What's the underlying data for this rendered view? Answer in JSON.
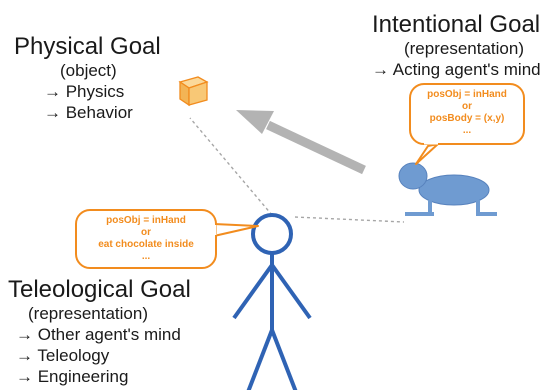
{
  "physical_goal": {
    "title": "Physical Goal",
    "subtitle": "(object)",
    "items": [
      "→ Physics",
      "→ Behavior"
    ]
  },
  "intentional_goal": {
    "title": "Intentional Goal",
    "subtitle": "(representation)",
    "items": [
      "→ Acting agent's mind"
    ]
  },
  "teleological_goal": {
    "title": "Teleological Goal",
    "subtitle": "(representation)",
    "items": [
      "→ Other agent's mind",
      "→ Teleology",
      "→ Engineering"
    ]
  },
  "intentional_bubble": {
    "lines": [
      "posObj = inHand",
      "or",
      "posBody = (x,y)",
      "..."
    ]
  },
  "teleological_bubble": {
    "lines": [
      "posObj = inHand",
      "or",
      "eat chocolate inside",
      "..."
    ]
  },
  "colors": {
    "agent_blue": "#6f9bd1",
    "stick_figure": "#2f63b4",
    "bubble_orange": "#f28c1e",
    "arrow_gray": "#b3b3b3",
    "dotted_gray": "#a6a6a6",
    "cube_fill": "#f8c876"
  },
  "icons": {
    "object": "cube-icon",
    "acting_agent": "crawling-agent-icon",
    "observer": "stick-figure-icon"
  }
}
